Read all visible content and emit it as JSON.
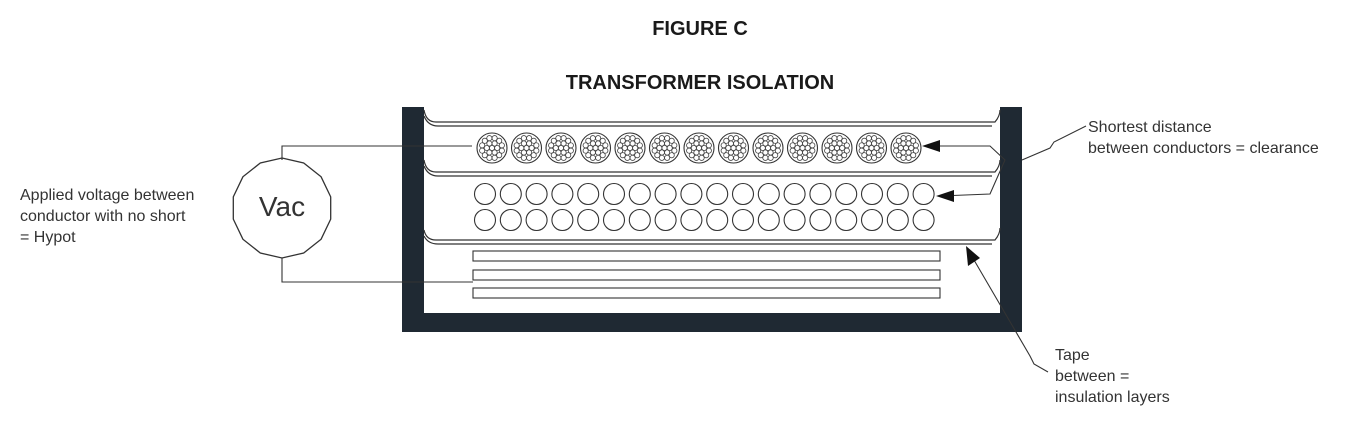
{
  "figure": {
    "title": "FIGURE  C",
    "subtitle": "TRANSFORMER ISOLATION"
  },
  "source": {
    "symbol": "Vac",
    "label_lines": [
      "Applied voltage between",
      "conductor with no short",
      "= Hypot"
    ]
  },
  "annotations": {
    "clearance_lines": [
      "Shortest distance",
      "between conductors = clearance"
    ],
    "tape_lines": [
      "Tape",
      "between =",
      "insulation layers"
    ]
  },
  "colors": {
    "housing": "#1f2933",
    "line": "#333333"
  }
}
